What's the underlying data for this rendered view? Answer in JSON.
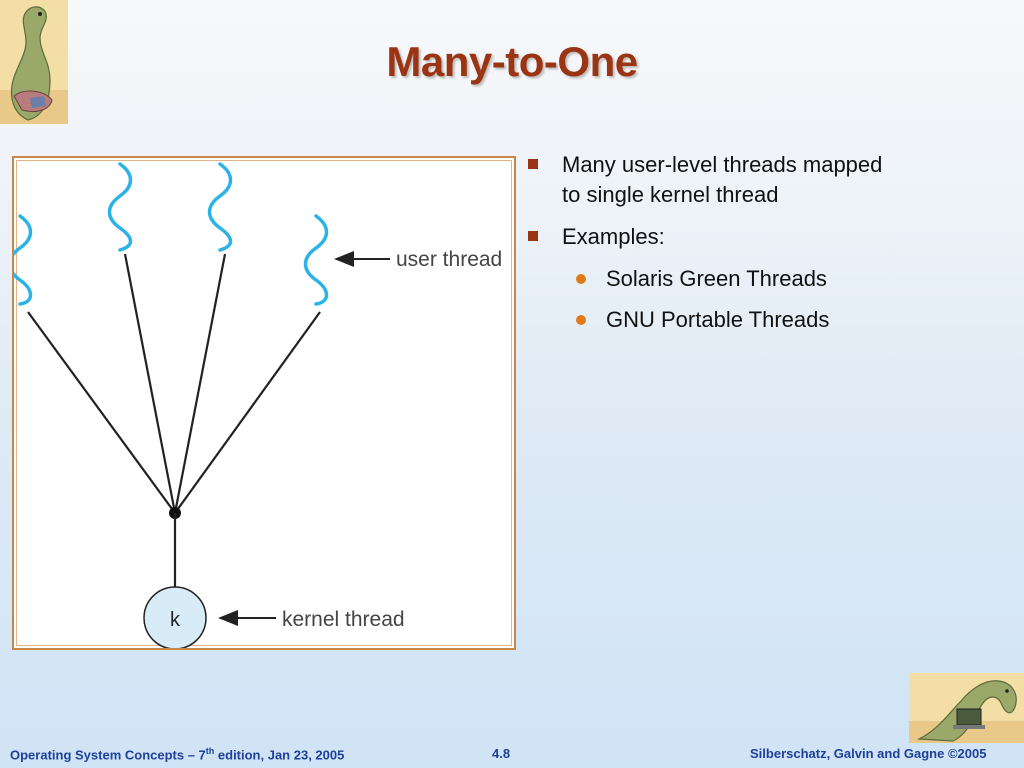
{
  "title": "Many-to-One",
  "bullets": [
    {
      "text": "Many user-level threads mapped to single kernel thread",
      "level": 1
    },
    {
      "text": "Examples:",
      "level": 1
    },
    {
      "text": "Solaris Green Threads",
      "level": 2
    },
    {
      "text": "GNU Portable Threads",
      "level": 2
    }
  ],
  "figure": {
    "user_thread_label": "user thread",
    "kernel_thread_label": "kernel thread",
    "kernel_node_label": "k"
  },
  "footer": {
    "left_prefix": "Operating System Concepts – 7",
    "left_sup": "th",
    "left_suffix": " edition, Jan 23, 2005",
    "page_number": "4.8",
    "right": "Silberschatz, Galvin and Gagne ©2005"
  },
  "colors": {
    "title": "#9a3412",
    "square_bullet": "#9a3412",
    "round_bullet": "#e07b1a",
    "thread_wave": "#2bb3e8",
    "kernel_node_fill": "#d8ecf8",
    "footer_text": "#1f3f9a",
    "figure_border": "#c9864a"
  },
  "icons": {
    "top_left_logo": "dinosaur-logo-icon",
    "bottom_right_logo": "dinosaur-laptop-logo-icon"
  }
}
